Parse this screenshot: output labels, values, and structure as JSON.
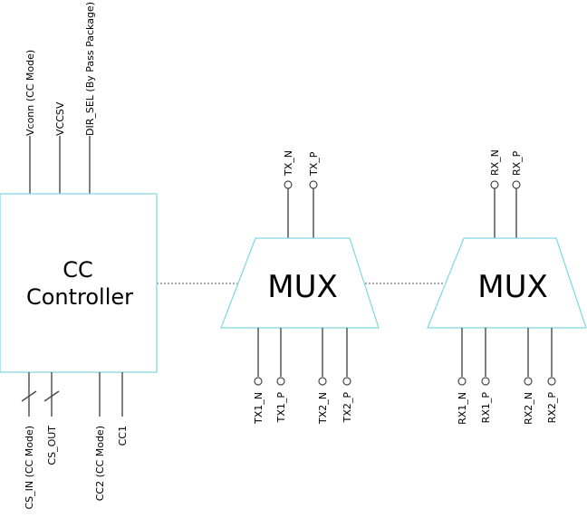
{
  "controller": {
    "title_line1": "CC",
    "title_line2": "Controller",
    "top_pins": [
      "Vconn (CC Mode)",
      "VCCSV",
      "DIR_SEL (By Pass Package)"
    ],
    "bottom_pins": [
      "CS_IN (CC Mode)",
      "CS_OUT",
      "CC2 (CC Mode)",
      "CC1"
    ]
  },
  "mux_tx": {
    "label": "MUX",
    "top_pins": [
      "TX_N",
      "TX_P"
    ],
    "bottom_pins": [
      "TX1_N",
      "TX1_P",
      "TX2_N",
      "TX2_P"
    ]
  },
  "mux_rx": {
    "label": "MUX",
    "top_pins": [
      "RX_N",
      "RX_P"
    ],
    "bottom_pins": [
      "RX1_N",
      "RX1_P",
      "RX2_N",
      "RX2_P"
    ]
  }
}
